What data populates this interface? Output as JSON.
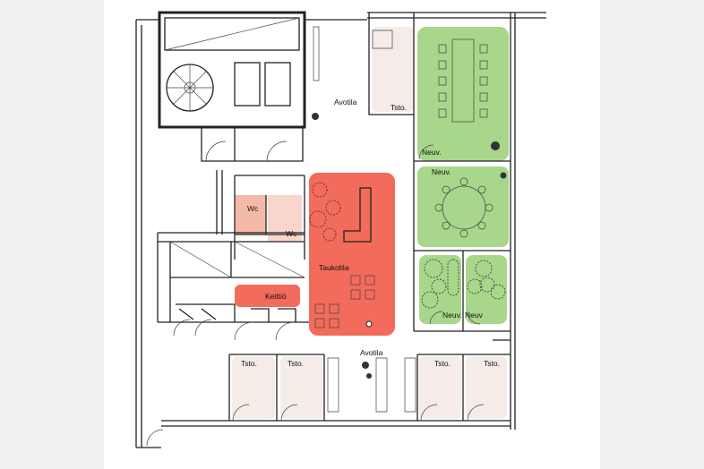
{
  "colors": {
    "meeting": "#a8d68a",
    "break": "#f26b5b",
    "wc": "#f5b9a8",
    "office": "#f5ece8"
  },
  "labels": {
    "open_top": "Avotila",
    "office_top": "Tsto.",
    "meeting_large": "Neuv.",
    "meeting_round": "Neuv.",
    "wc_1": "Wc",
    "wc_2": "Wc",
    "break_room": "Taukotila",
    "kitchen": "Keittiö",
    "open_bottom": "Avotila",
    "office_b1": "Tsto.",
    "office_b2": "Tsto.",
    "office_b3": "Tsto.",
    "office_b4": "Tsto.",
    "meeting_small_1": "Neuv.",
    "meeting_small_2": "Neuv"
  }
}
